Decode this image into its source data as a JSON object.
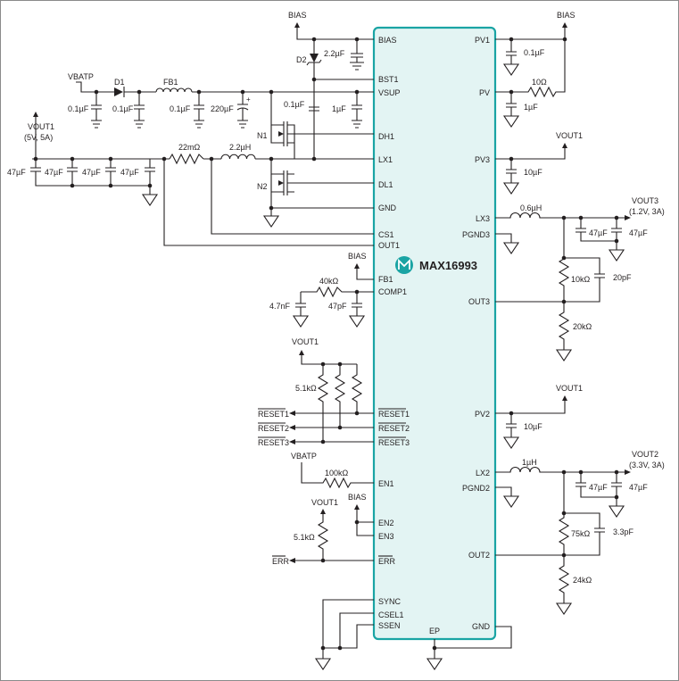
{
  "colors": {
    "chip_fill": "#e3f4f3",
    "chip_border": "#1aa4a4",
    "wire": "#231f20",
    "logo": "#1aa4a4"
  },
  "icons": {
    "logo": "maxim-logo-icon"
  },
  "chip": {
    "part": "MAX16993",
    "left_pins": [
      "BIAS",
      "BST1",
      "VSUP",
      "DH1",
      "LX1",
      "DL1",
      "GND",
      "CS1",
      "OUT1",
      "FB1",
      "COMP1",
      "RESET1",
      "RESET2",
      "RESET3",
      "EN1",
      "EN2",
      "EN3",
      "ERR",
      "SYNC",
      "CSEL1",
      "SSEN"
    ],
    "right_pins": [
      "PV1",
      "PV",
      "PV3",
      "LX3",
      "PGND3",
      "OUT3",
      "PV2",
      "LX2",
      "PGND2",
      "OUT2",
      "GND"
    ],
    "bottom_pin": "EP"
  },
  "nets": {
    "bias": "BIAS",
    "vbatp": "VBATP",
    "vout1": "VOUT1",
    "vout1_rating": "(5V, 5A)",
    "vout3": "VOUT3",
    "vout3_rating": "(1.2V, 3A)",
    "vout2": "VOUT2",
    "vout2_rating": "(3.3V, 3A)",
    "reset1": "RESET1",
    "reset2": "RESET2",
    "reset3": "RESET3",
    "err": "ERR"
  },
  "components": {
    "d1": "D1",
    "fb1": "FB1",
    "d2": "D2",
    "n1": "N1",
    "n2": "N2",
    "c_0u1_a": "0.1µF",
    "c_0u1_b": "0.1µF",
    "c_0u1_c": "0.1µF",
    "c_220u": "220µF",
    "c_bias": "2.2µF",
    "c_bst": "0.1µF",
    "c_vsup": "1µF",
    "c_pv1": "0.1µF",
    "r_pv": "10Ω",
    "c_pv": "1µF",
    "c_pv3": "10µF",
    "c_out1_a": "47µF",
    "c_out1_b": "47µF",
    "c_out1_c": "47µF",
    "c_out1_d": "47µF",
    "r_sense": "22mΩ",
    "l1": "2.2µH",
    "r_comp": "40kΩ",
    "c_comp_a": "4.7nF",
    "c_comp_b": "47pF",
    "r_reset": "5.1kΩ",
    "r_en1": "100kΩ",
    "r_err": "5.1kΩ",
    "l3": "0.6µH",
    "c_out3_a": "47µF",
    "c_out3_b": "47µF",
    "r_fb3_top": "10kΩ",
    "c_ff3": "20pF",
    "r_fb3_bot": "20kΩ",
    "c_pv2": "10µF",
    "l2": "1µH",
    "c_out2_a": "47µF",
    "c_out2_b": "47µF",
    "r_fb2_top": "75kΩ",
    "c_ff2": "3.3pF",
    "r_fb2_bot": "24kΩ"
  }
}
